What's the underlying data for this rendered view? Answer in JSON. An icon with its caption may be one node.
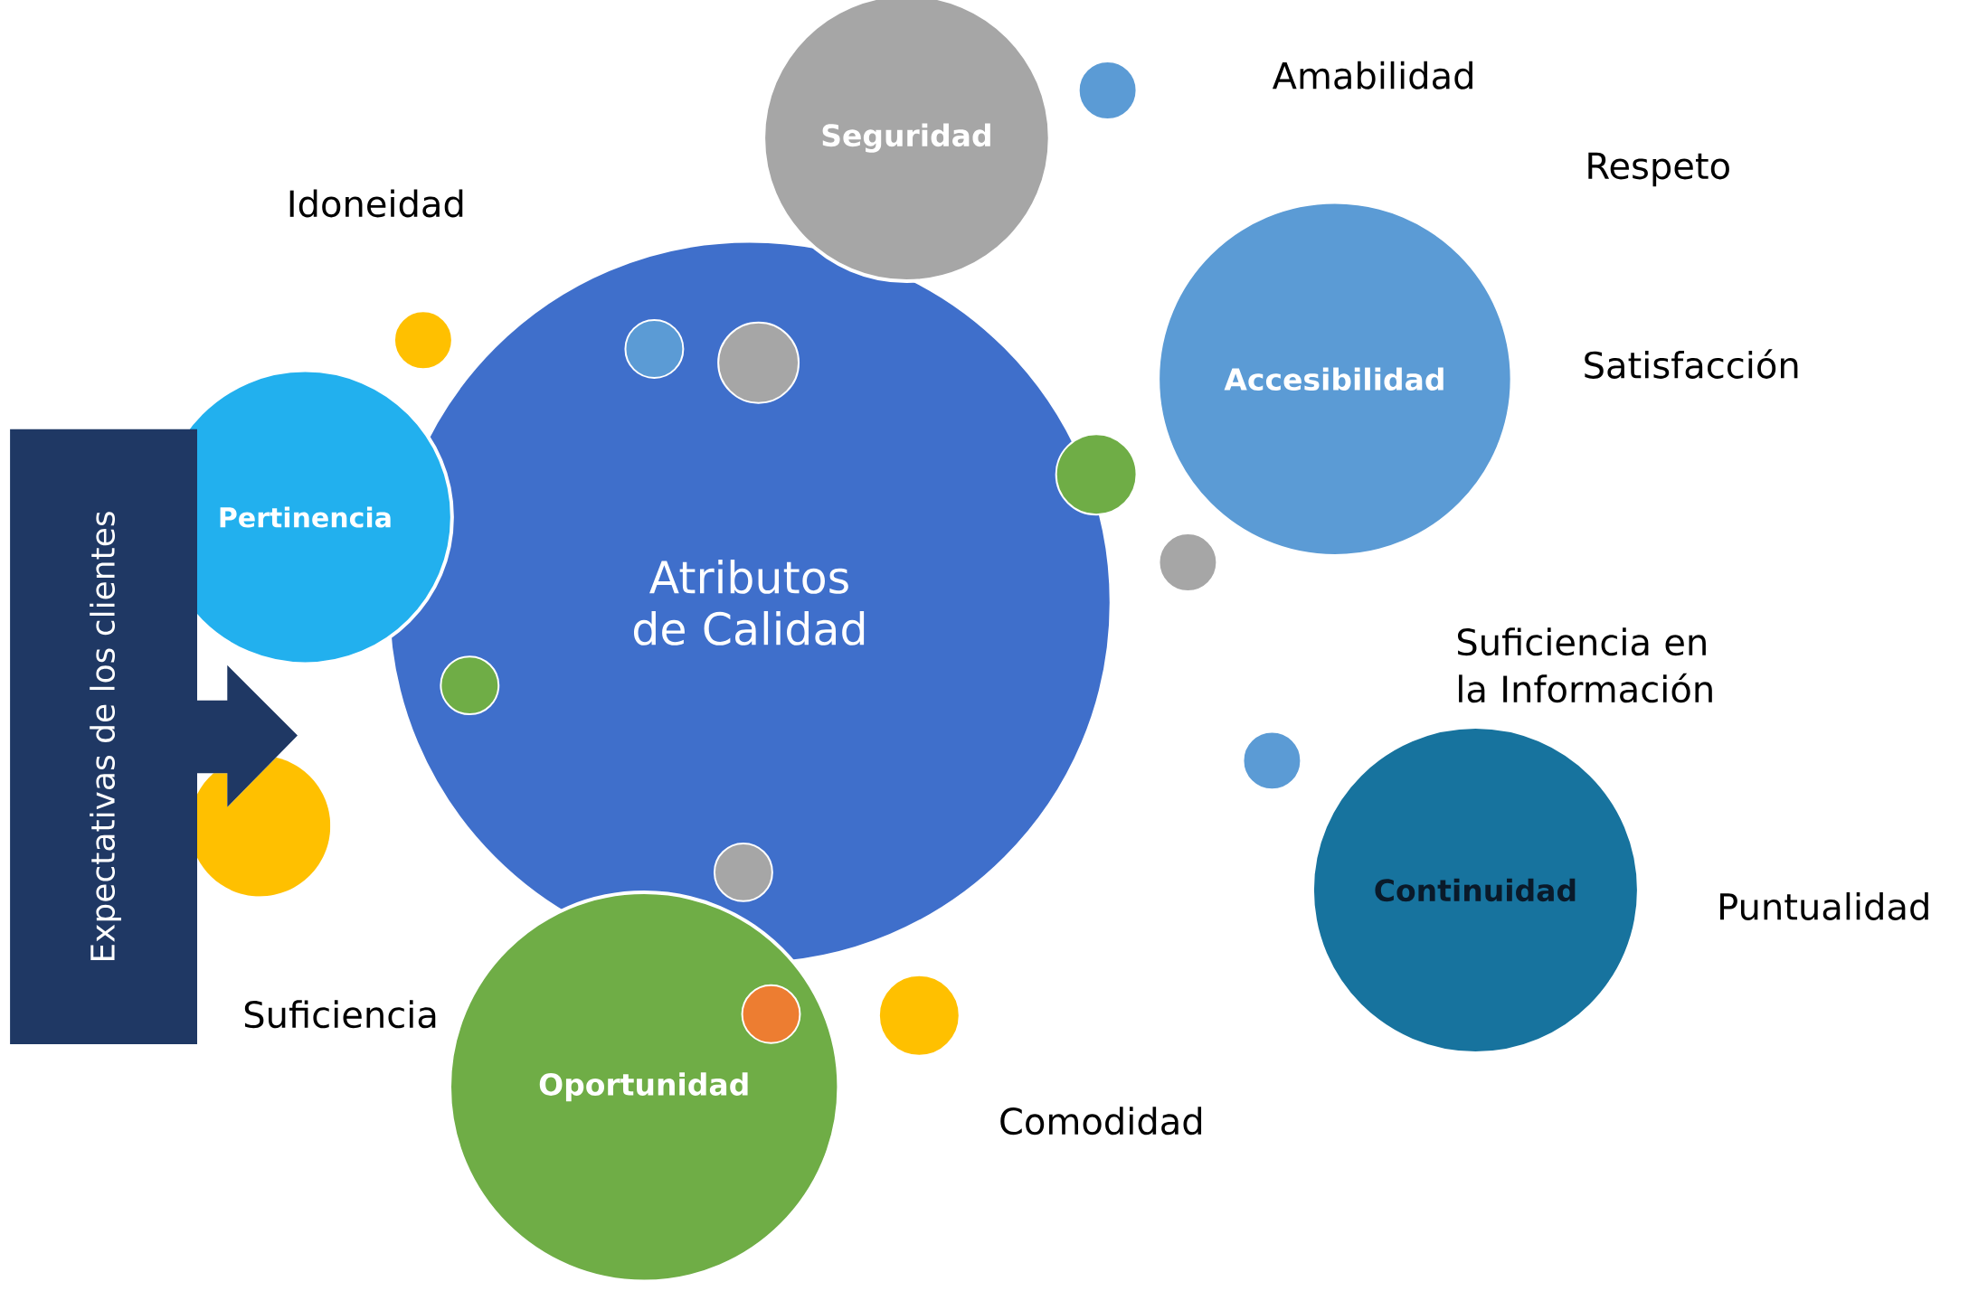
{
  "diagram": {
    "nodes": [
      {
        "text": [
          "Atributos de Calidad"
        ]
      },
      {
        "text": [
          "Seguridad"
        ]
      },
      {
        "text": [
          "Accesibilidad"
        ]
      },
      {
        "text": [
          "Pertinencia"
        ]
      },
      {
        "text": [
          "Continuidad"
        ]
      },
      {
        "text": [
          "Oportunidad"
        ]
      },
      {
        "text": [
          "Expectativas de los clientes"
        ]
      },
      {
        "text": [],
        "shape": "circle"
      },
      {
        "text": [],
        "shape": "circle"
      },
      {
        "text": [],
        "shape": "circle",
        "in": 0
      },
      {
        "text": [],
        "shape": "circle",
        "in": 0
      },
      {
        "text": [],
        "shape": "circle"
      },
      {
        "text": [],
        "shape": "circle"
      },
      {
        "text": [],
        "shape": "circle",
        "in": 0
      },
      {
        "text": [],
        "shape": "circle"
      },
      {
        "text": [],
        "shape": "circle"
      },
      {
        "text": [],
        "shape": "circle",
        "in": 0
      },
      {
        "text": [],
        "shape": "circle",
        "in": 5
      },
      {
        "text": [],
        "shape": "circle"
      }
    ],
    "labels": [
      "Amabilidad",
      "Respeto",
      "Idoneidad",
      "Satisfacción",
      "Suficiencia en la Información",
      "Puntualidad",
      "Suficiencia",
      "Comodidad"
    ]
  }
}
